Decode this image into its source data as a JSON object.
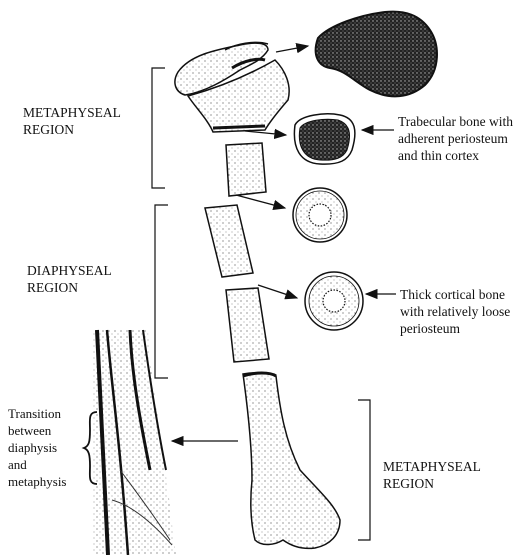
{
  "labels": {
    "metaphyseal_top": "METAPHYSEAL\nREGION",
    "diaphyseal": "DIAPHYSEAL\nREGION",
    "metaphyseal_bottom": "METAPHYSEAL\nREGION",
    "trabecular": "Trabecular bone with\nadherent periosteum\nand thin cortex",
    "cortical": "Thick cortical bone\nwith relatively loose\nperiosteum",
    "transition": "Transition\nbetween\ndiaphysis\nand\nmetaphysis"
  },
  "colors": {
    "ink": "#111111",
    "stipple": "#555555",
    "paper": "#ffffff"
  }
}
